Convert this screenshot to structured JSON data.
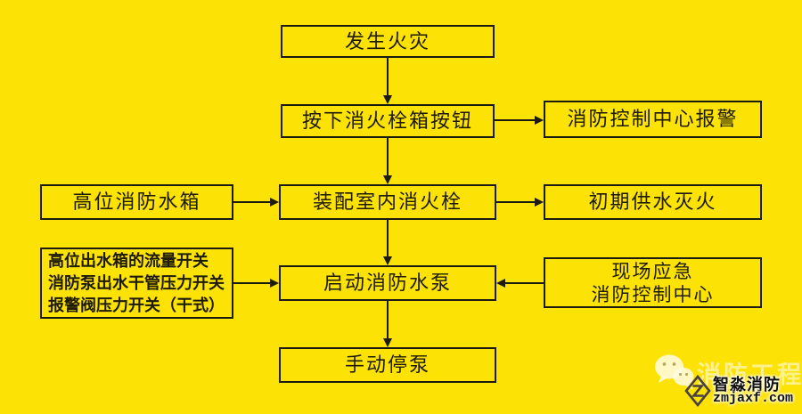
{
  "colors": {
    "background": "#FCE205",
    "box_border": "#1B1B12",
    "text": "#1D1A05",
    "arrow": "#1B1B12",
    "watermark_light_text": "rgba(255,252,225,0.62)",
    "watermark_dark_text": "#101010"
  },
  "flowchart": {
    "nodes": [
      {
        "id": "fire-occurs",
        "label": "发生火灾"
      },
      {
        "id": "press-hydrant-box-button",
        "label": "按下消火栓箱按钮"
      },
      {
        "id": "fire-control-center-alarm",
        "label": "消防控制中心报警"
      },
      {
        "id": "high-level-fire-water-tank",
        "label": "高位消防水箱"
      },
      {
        "id": "assemble-indoor-hydrant",
        "label": "装配室内消火栓"
      },
      {
        "id": "initial-water-supply",
        "label": "初期供水灭火"
      },
      {
        "id": "pump-start-switches",
        "lines": [
          "高位出水箱的流量开关",
          "消防泵出水干管压力开关",
          "报警阀压力开关（干式）"
        ]
      },
      {
        "id": "start-fire-pump",
        "label": "启动消防水泵"
      },
      {
        "id": "onsite-emergency-center",
        "lines": [
          "现场应急",
          "消防控制中心"
        ]
      },
      {
        "id": "manual-pump-stop",
        "label": "手动停泵"
      }
    ],
    "edges": [
      {
        "from": "fire-occurs",
        "to": "press-hydrant-box-button",
        "direction": "down"
      },
      {
        "from": "press-hydrant-box-button",
        "to": "fire-control-center-alarm",
        "direction": "right"
      },
      {
        "from": "press-hydrant-box-button",
        "to": "assemble-indoor-hydrant",
        "direction": "down"
      },
      {
        "from": "high-level-fire-water-tank",
        "to": "assemble-indoor-hydrant",
        "direction": "right"
      },
      {
        "from": "assemble-indoor-hydrant",
        "to": "initial-water-supply",
        "direction": "right"
      },
      {
        "from": "assemble-indoor-hydrant",
        "to": "start-fire-pump",
        "direction": "down"
      },
      {
        "from": "pump-start-switches",
        "to": "start-fire-pump",
        "direction": "right"
      },
      {
        "from": "onsite-emergency-center",
        "to": "start-fire-pump",
        "direction": "left"
      },
      {
        "from": "start-fire-pump",
        "to": "manual-pump-stop",
        "direction": "down"
      }
    ]
  },
  "watermark": {
    "wechat_icon": "wechat-icon",
    "logo_icon": "diamond-z-logo",
    "light_text": "消防工程",
    "brand_name": "智淼消防",
    "brand_url": "zmjaxf.com"
  }
}
